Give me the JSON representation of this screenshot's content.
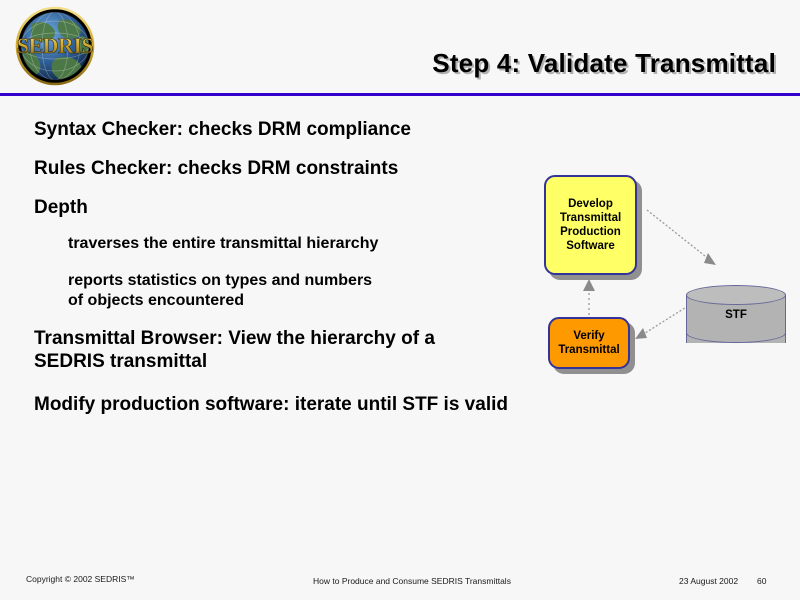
{
  "slide": {
    "title": "Step 4: Validate Transmittal",
    "accent_color": "#3300cc",
    "background_color": "#f7f7f7"
  },
  "logo": {
    "name": "SEDRIS",
    "wordmark": "SEDRIS",
    "ring_color": "#d4af37"
  },
  "body": {
    "lines": [
      {
        "level": 1,
        "text": "Syntax Checker: checks DRM compliance"
      },
      {
        "level": 1,
        "text": "Rules Checker: checks DRM constraints"
      },
      {
        "level": 1,
        "text": "Depth"
      },
      {
        "level": 2,
        "text": "traverses the entire transmittal hierarchy"
      },
      {
        "level": 2,
        "text": "reports statistics on types and numbers\nof objects encountered"
      },
      {
        "level": 1,
        "text": "Transmittal Browser: View the hierarchy of a\nSEDRIS transmittal"
      },
      {
        "level": 1,
        "text": "Modify production software: iterate until STF is valid"
      }
    ],
    "line_0": "Syntax Checker: checks DRM compliance",
    "line_1": "Rules Checker: checks DRM constraints",
    "line_2": "Depth",
    "line_3": "traverses the entire transmittal hierarchy",
    "line_4": "reports statistics on types and numbers\nof objects encountered",
    "line_5": "Transmittal Browser: View the hierarchy of a\nSEDRIS transmittal",
    "line_6": "Modify production software: iterate until STF is valid"
  },
  "diagram": {
    "nodes": [
      {
        "id": "develop",
        "label": "Develop\nTransmittal\nProduction\nSoftware",
        "shape": "rounded-rect",
        "fill": "#ffff66",
        "border": "#333399"
      },
      {
        "id": "verify",
        "label": "Verify\nTransmittal",
        "shape": "rounded-rect",
        "fill": "#ff9900",
        "border": "#333399"
      },
      {
        "id": "stf",
        "label": "STF",
        "shape": "cylinder",
        "fill": "#b3b3b3",
        "border": "#666699"
      }
    ],
    "edges": [
      {
        "from": "develop",
        "to": "stf",
        "style": "dotted",
        "arrow": "to"
      },
      {
        "from": "stf",
        "to": "verify",
        "style": "dotted",
        "arrow": "to"
      },
      {
        "from": "verify",
        "to": "develop",
        "style": "dotted",
        "arrow": "to"
      }
    ],
    "node_develop_label": "Develop\nTransmittal\nProduction\nSoftware",
    "node_verify_label": "Verify\nTransmittal",
    "node_stf_label": "STF"
  },
  "footer": {
    "copyright": "Copyright © 2002 SEDRIS™",
    "center": "How to Produce and Consume SEDRIS Transmittals",
    "date": "23 August 2002",
    "page_number": "60"
  }
}
